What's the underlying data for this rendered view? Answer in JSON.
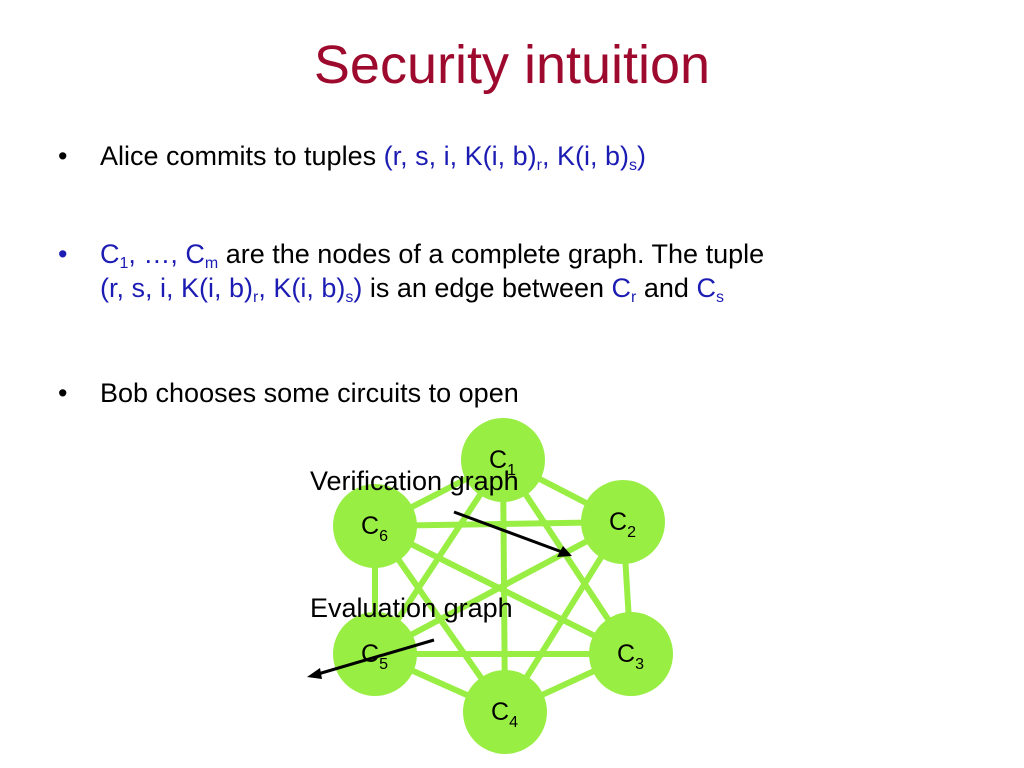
{
  "title": "Security intuition",
  "colors": {
    "title": "#9e0a2e",
    "highlight": "#1c1cb4",
    "node_fill": "#99ee44",
    "edge": "#99ee44",
    "arrow": "#000000"
  },
  "bullets": [
    {
      "marker": "•",
      "text1": "Alice commits to tuples ",
      "tuple_a": "(r, s, i, K(i, b)",
      "sub_r": "r",
      "tuple_b": ", K(i, b)",
      "sub_s": "s",
      "tuple_c": ")"
    },
    {
      "marker": "•",
      "c": "C",
      "c_sub1": "1",
      "ellipsis": ", …, C",
      "c_sub_m": "m",
      "text1": " are the nodes of a complete graph. The tuple",
      "tuple_a": "(r, s, i, K(i, b)",
      "sub_r": "r",
      "tuple_b": ", K(i, b)",
      "sub_s": "s",
      "tuple_c": ")",
      "text2": " is an edge between ",
      "cr": "C",
      "cr_sub": "r",
      "and": " and ",
      "cs": "C",
      "cs_sub": "s"
    },
    {
      "marker": "•",
      "text1": "Bob chooses some circuits to open"
    }
  ],
  "graph": {
    "nodes": [
      {
        "id": "c1",
        "letter": "C",
        "sub": "1"
      },
      {
        "id": "c2",
        "letter": "C",
        "sub": "2"
      },
      {
        "id": "c3",
        "letter": "C",
        "sub": "3"
      },
      {
        "id": "c4",
        "letter": "C",
        "sub": "4"
      },
      {
        "id": "c5",
        "letter": "C",
        "sub": "5"
      },
      {
        "id": "c6",
        "letter": "C",
        "sub": "6"
      }
    ],
    "captions": {
      "verification": "Verification graph",
      "evaluation": "Evaluation graph"
    }
  }
}
